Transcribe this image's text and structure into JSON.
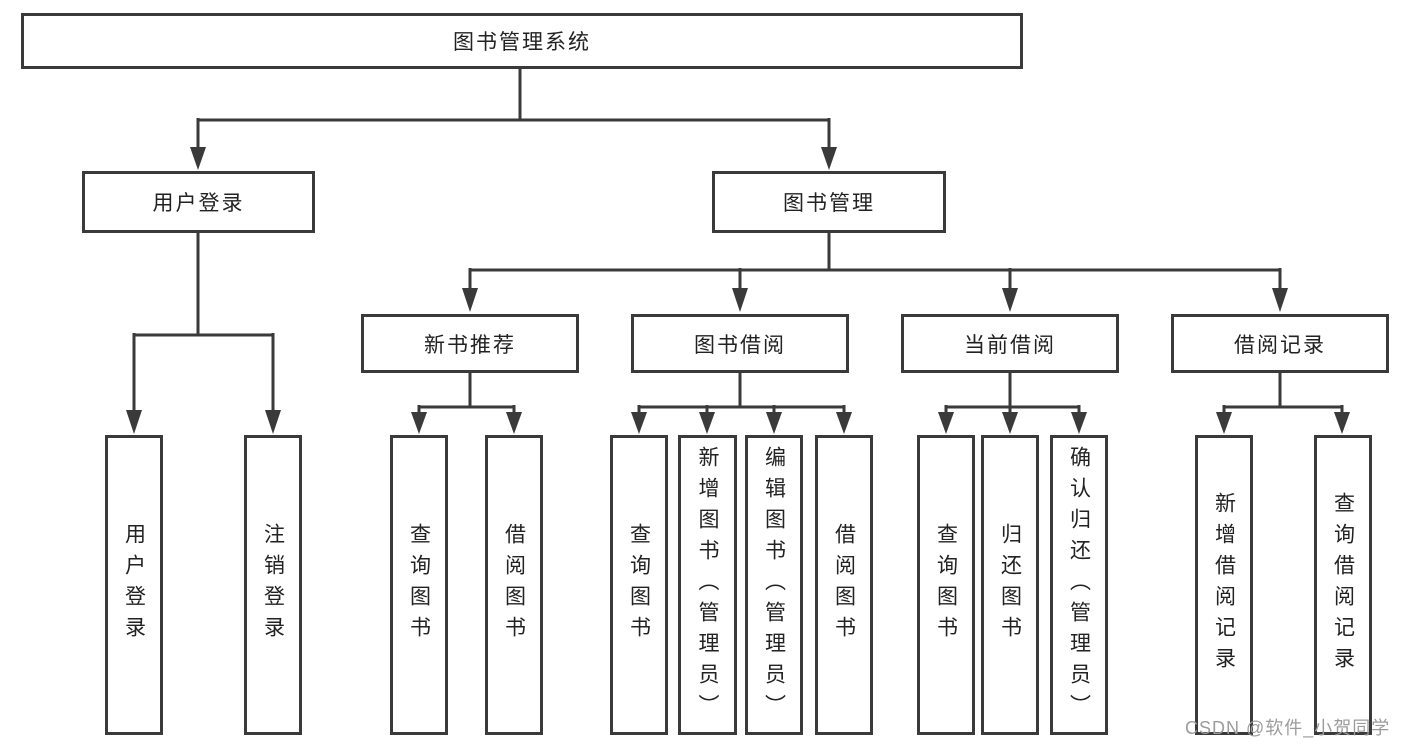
{
  "diagram": {
    "tree": {
      "label": "图书管理系统",
      "children": [
        {
          "label": "用户登录",
          "children": [
            {
              "label": "用户登录"
            },
            {
              "label": "注销登录"
            }
          ]
        },
        {
          "label": "图书管理",
          "children": [
            {
              "label": "新书推荐",
              "children": [
                {
                  "label": "查询图书"
                },
                {
                  "label": "借阅图书"
                }
              ]
            },
            {
              "label": "图书借阅",
              "children": [
                {
                  "label": "查询图书"
                },
                {
                  "label": "新增图书（管理员）"
                },
                {
                  "label": "编辑图书（管理员）"
                },
                {
                  "label": "借阅图书"
                }
              ]
            },
            {
              "label": "当前借阅",
              "children": [
                {
                  "label": "查询图书"
                },
                {
                  "label": "归还图书"
                },
                {
                  "label": "确认归还（管理员）"
                }
              ]
            },
            {
              "label": "借阅记录",
              "children": [
                {
                  "label": "新增借阅记录"
                },
                {
                  "label": "查询借阅记录"
                }
              ]
            }
          ]
        }
      ]
    },
    "colors": {
      "line": "#3a3a3a",
      "text": "#222222",
      "watermark": "#9c9c9c",
      "background": "#ffffff"
    }
  },
  "watermark": {
    "text": "CSDN @软件_小贺同学"
  }
}
